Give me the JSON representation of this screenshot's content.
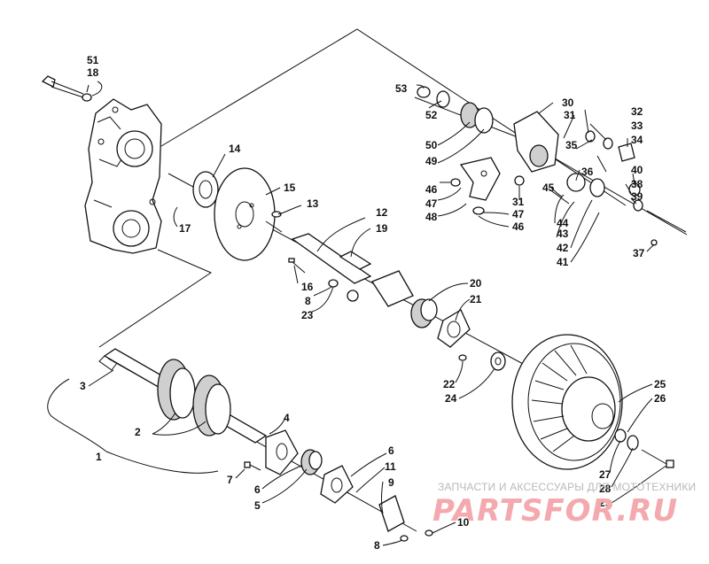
{
  "diagram": {
    "callouts": [
      {
        "id": "c1",
        "text": "1"
      },
      {
        "id": "c2",
        "text": "2"
      },
      {
        "id": "c3",
        "text": "3"
      },
      {
        "id": "c4",
        "text": "4"
      },
      {
        "id": "c5",
        "text": "5"
      },
      {
        "id": "c6a",
        "text": "6"
      },
      {
        "id": "c6b",
        "text": "6"
      },
      {
        "id": "c7",
        "text": "7"
      },
      {
        "id": "c8a",
        "text": "8"
      },
      {
        "id": "c8b",
        "text": "8"
      },
      {
        "id": "c9",
        "text": "9"
      },
      {
        "id": "c10",
        "text": "10"
      },
      {
        "id": "c11",
        "text": "11"
      },
      {
        "id": "c12",
        "text": "12"
      },
      {
        "id": "c13",
        "text": "13"
      },
      {
        "id": "c14",
        "text": "14"
      },
      {
        "id": "c15",
        "text": "15"
      },
      {
        "id": "c16",
        "text": "16"
      },
      {
        "id": "c17",
        "text": "17"
      },
      {
        "id": "c18",
        "text": "18"
      },
      {
        "id": "c19",
        "text": "19"
      },
      {
        "id": "c20",
        "text": "20"
      },
      {
        "id": "c21",
        "text": "21"
      },
      {
        "id": "c22",
        "text": "22"
      },
      {
        "id": "c23",
        "text": "23"
      },
      {
        "id": "c24",
        "text": "24"
      },
      {
        "id": "c25",
        "text": "25"
      },
      {
        "id": "c26",
        "text": "26"
      },
      {
        "id": "c27",
        "text": "27"
      },
      {
        "id": "c28",
        "text": "28"
      },
      {
        "id": "c29",
        "text": "29"
      },
      {
        "id": "c30",
        "text": "30"
      },
      {
        "id": "c31a",
        "text": "31"
      },
      {
        "id": "c31b",
        "text": "31"
      },
      {
        "id": "c32",
        "text": "32"
      },
      {
        "id": "c33",
        "text": "33"
      },
      {
        "id": "c34",
        "text": "34"
      },
      {
        "id": "c35",
        "text": "35"
      },
      {
        "id": "c36",
        "text": "36"
      },
      {
        "id": "c37",
        "text": "37"
      },
      {
        "id": "c38",
        "text": "38"
      },
      {
        "id": "c39",
        "text": "39"
      },
      {
        "id": "c40",
        "text": "40"
      },
      {
        "id": "c41",
        "text": "41"
      },
      {
        "id": "c42",
        "text": "42"
      },
      {
        "id": "c43",
        "text": "43"
      },
      {
        "id": "c44",
        "text": "44"
      },
      {
        "id": "c45",
        "text": "45"
      },
      {
        "id": "c46a",
        "text": "46"
      },
      {
        "id": "c46b",
        "text": "46"
      },
      {
        "id": "c47a",
        "text": "47"
      },
      {
        "id": "c47b",
        "text": "47"
      },
      {
        "id": "c48",
        "text": "48"
      },
      {
        "id": "c49",
        "text": "49"
      },
      {
        "id": "c50",
        "text": "50"
      },
      {
        "id": "c51",
        "text": "51"
      },
      {
        "id": "c52",
        "text": "52"
      },
      {
        "id": "c53",
        "text": "53"
      }
    ]
  },
  "watermark": {
    "tagline": "ЗАПЧАСТИ И АКСЕССУАРЫ ДЛЯ МОТОТЕХНИКИ",
    "logo_text": "PARTSFOR.RU",
    "color": "#f3a9ae"
  }
}
